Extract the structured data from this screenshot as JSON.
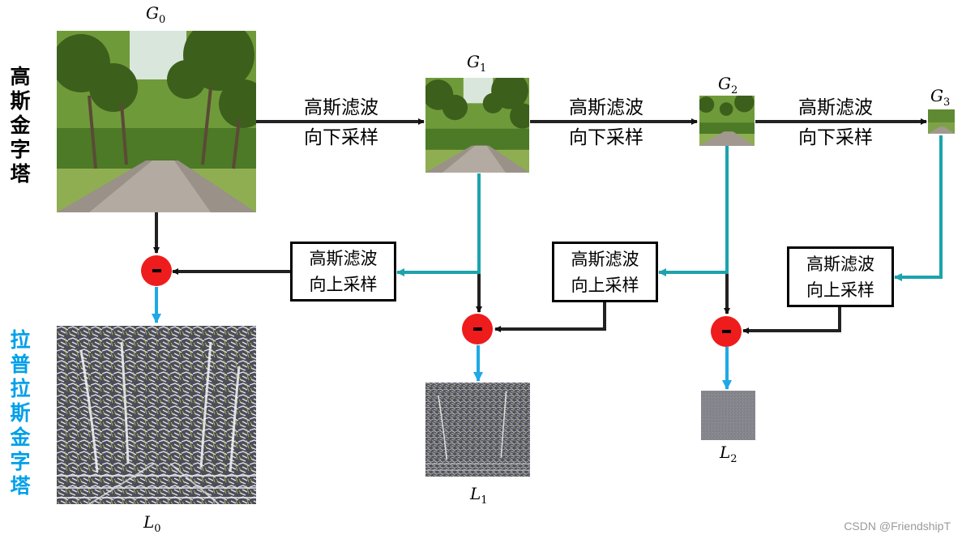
{
  "side_labels": {
    "gaussian": "高斯金字塔",
    "laplacian": "拉普拉斯金字塔"
  },
  "gaussian_levels": [
    "G",
    "G",
    "G",
    "G"
  ],
  "gaussian_subs": [
    "0",
    "1",
    "2",
    "3"
  ],
  "laplacian_levels": [
    "L",
    "L",
    "L"
  ],
  "laplacian_subs": [
    "0",
    "1",
    "2"
  ],
  "down_step": {
    "line1": "高斯滤波",
    "line2": "向下采样"
  },
  "up_step": {
    "line1": "高斯滤波",
    "line2": "向上采样"
  },
  "watermark": "CSDN @FriendshipT",
  "colors": {
    "teal_arrow": "#1ca3ac",
    "blue_arrow": "#1fa8e6",
    "minus_node": "#ee1c1c",
    "laplacian_label": "#00a0e9"
  }
}
